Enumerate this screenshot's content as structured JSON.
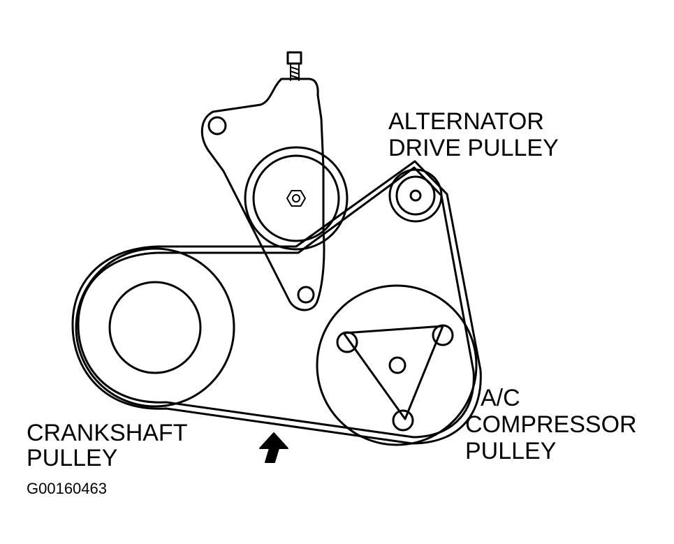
{
  "labels": {
    "alternator": [
      "ALTERNATOR",
      "DRIVE PULLEY"
    ],
    "ac": [
      "A/C",
      "COMPRESSOR",
      "PULLEY"
    ],
    "crankshaft": [
      "CRANKSHAFT",
      "PULLEY"
    ],
    "figure_id": "G00160463"
  },
  "colors": {
    "ink": "#000000",
    "paper": "#ffffff"
  }
}
